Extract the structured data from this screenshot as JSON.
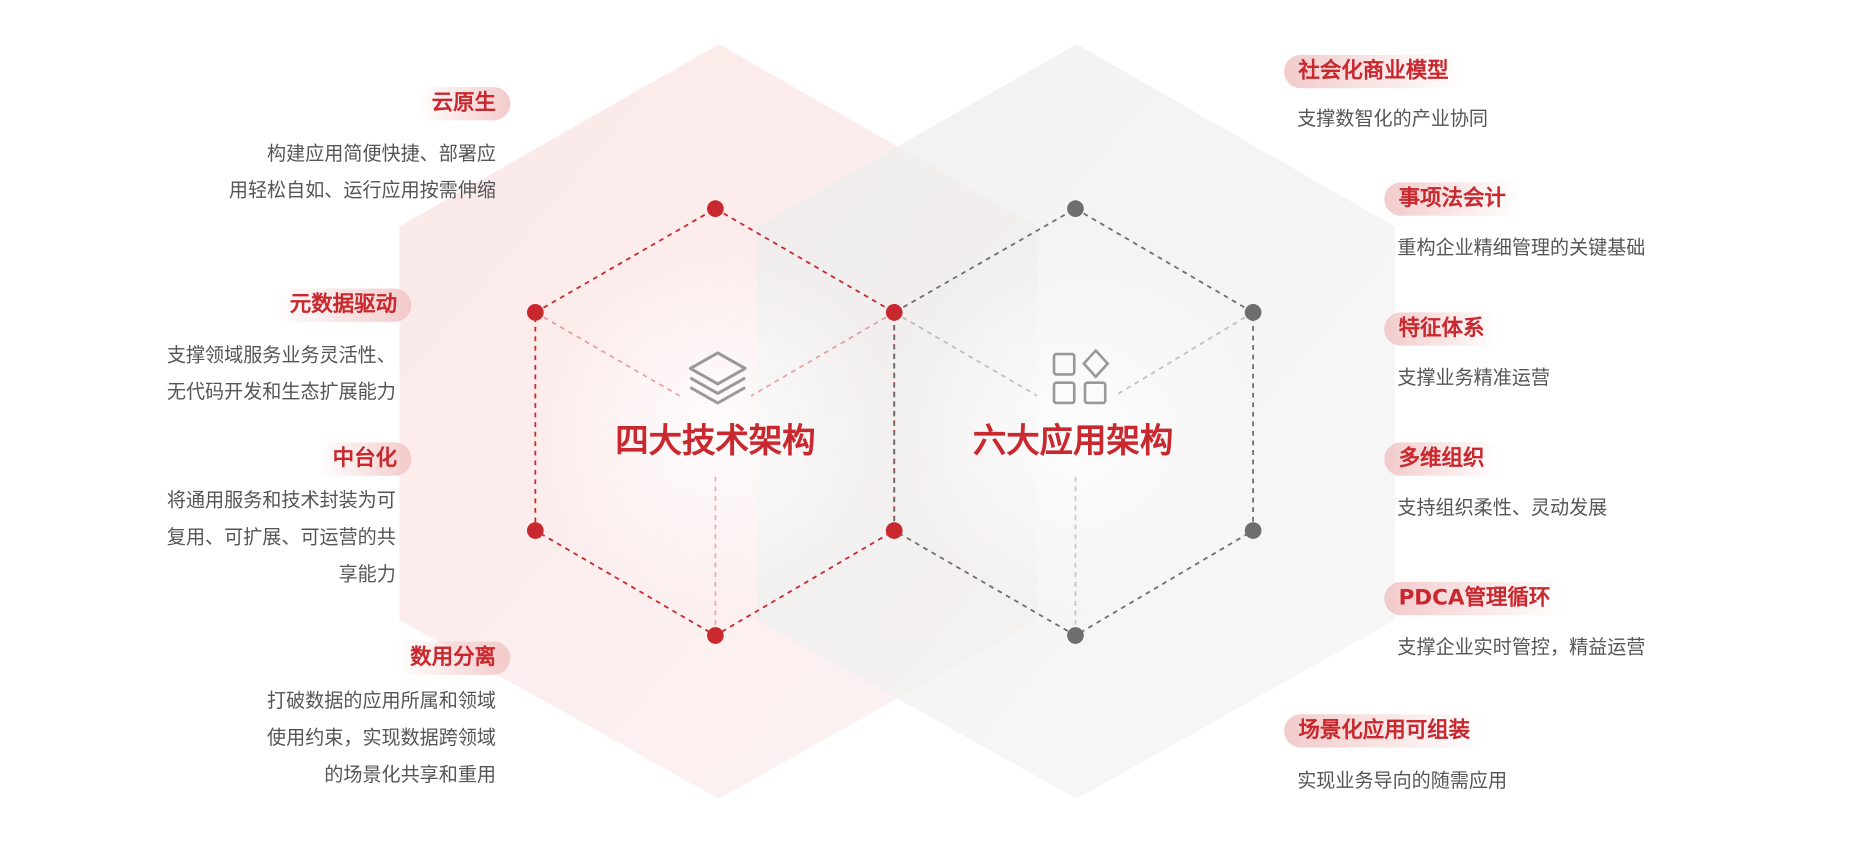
{
  "center": {
    "left_title": "四大技术架构",
    "right_title": "六大应用架构",
    "left_icon": "layers-icon",
    "right_icon": "app-grid-icon"
  },
  "left_items": [
    {
      "label": "云原生",
      "desc": [
        "构建应用简便快捷、部署应",
        "用轻松自如、运行应用按需伸缩"
      ]
    },
    {
      "label": "元数据驱动",
      "desc": [
        "支撑领域服务业务灵活性、",
        "无代码开发和生态扩展能力"
      ]
    },
    {
      "label": "中台化",
      "desc": [
        "将通用服务和技术封装为可",
        "复用、可扩展、可运营的共",
        "享能力"
      ]
    },
    {
      "label": "数用分离",
      "desc": [
        "打破数据的应用所属和领域",
        "使用约束，实现数据跨领域",
        "的场景化共享和重用"
      ]
    }
  ],
  "right_items": [
    {
      "label": "社会化商业模型",
      "desc": [
        "支撑数智化的产业协同"
      ]
    },
    {
      "label": "事项法会计",
      "desc": [
        "重构企业精细管理的关键基础"
      ]
    },
    {
      "label": "特征体系",
      "desc": [
        "支撑业务精准运营"
      ]
    },
    {
      "label": "多维组织",
      "desc": [
        "支持组织柔性、灵动发展"
      ]
    },
    {
      "label": "PDCA管理循环",
      "desc": [
        "支撑企业实时管控，精益运营"
      ]
    },
    {
      "label": "场景化应用可组装",
      "desc": [
        "实现业务导向的随需应用"
      ]
    }
  ],
  "colors": {
    "accent": "#c8282e",
    "gray": "#6e6e6e",
    "text": "#555555"
  }
}
